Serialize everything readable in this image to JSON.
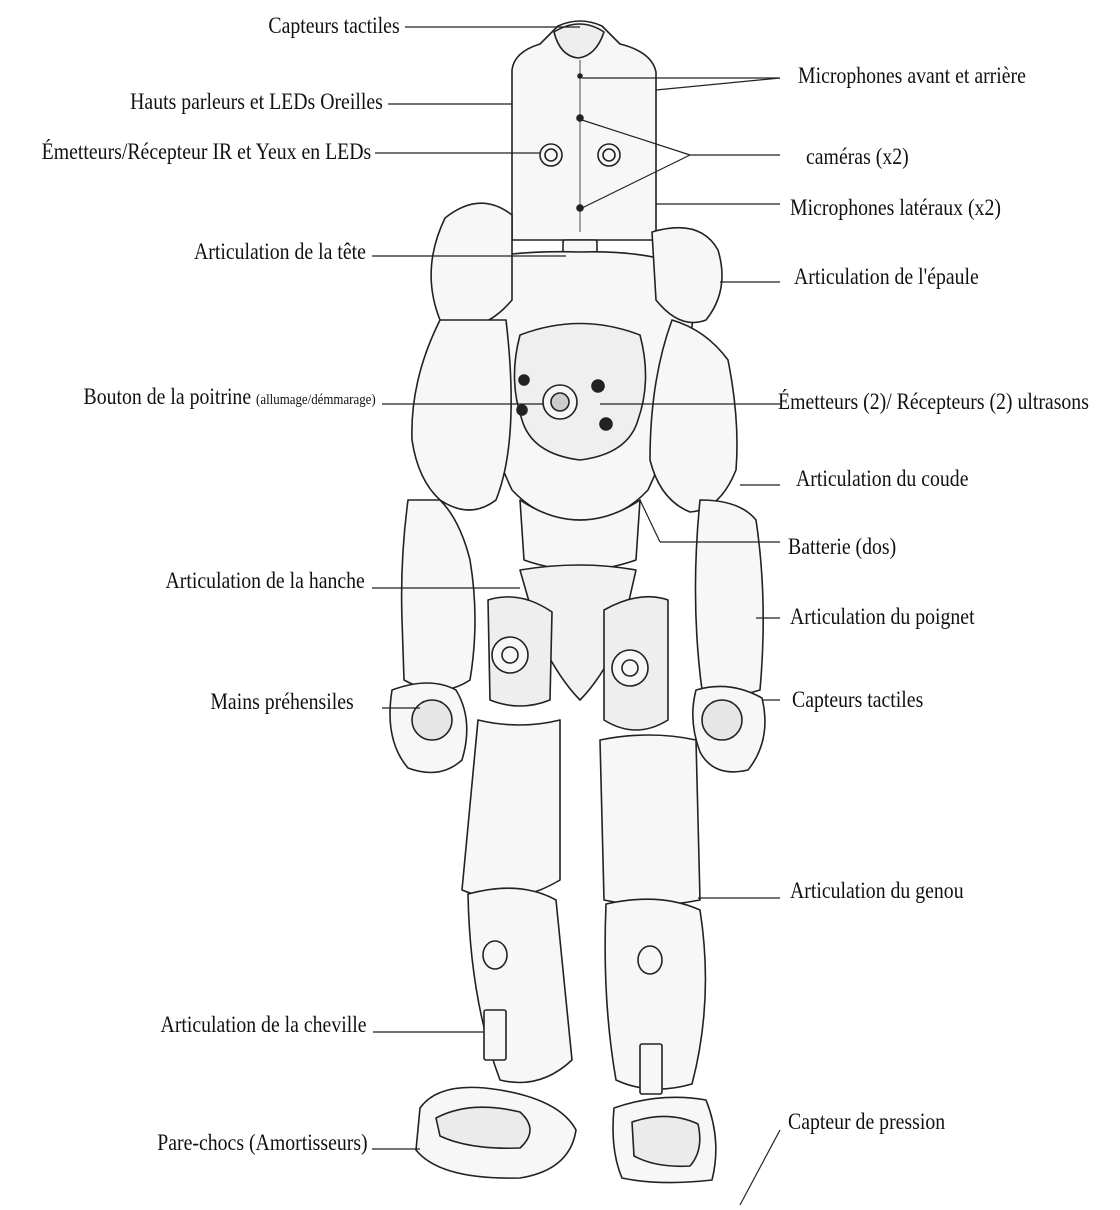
{
  "colors": {
    "line": "#222222",
    "body_fill": "#f7f7f7",
    "text": "#111111"
  },
  "labels_left": [
    {
      "id": "capteurs-tactiles-tete",
      "text": "Capteurs tactiles"
    },
    {
      "id": "hauts-parleurs",
      "text": "Hauts parleurs et LEDs Oreilles"
    },
    {
      "id": "emetteurs-ir",
      "text": "Émetteurs/Récepteur IR et Yeux en LEDs"
    },
    {
      "id": "articulation-tete",
      "text": "Articulation de la tête"
    },
    {
      "id": "bouton-poitrine",
      "text": "Bouton de la poitrine ",
      "small": "(allumage/démmarage)"
    },
    {
      "id": "articulation-hanche",
      "text": "Articulation de la hanche"
    },
    {
      "id": "mains",
      "text": "Mains préhensiles"
    },
    {
      "id": "articulation-cheville",
      "text": "Articulation de la cheville"
    },
    {
      "id": "pare-chocs",
      "text": "Pare-chocs (Amortisseurs)"
    }
  ],
  "labels_right": [
    {
      "id": "microphones-avant-arriere",
      "text": "Microphones avant et arrière"
    },
    {
      "id": "cameras",
      "text": "caméras (x2)"
    },
    {
      "id": "microphones-lateraux",
      "text": "Microphones latéraux (x2)"
    },
    {
      "id": "articulation-epaule",
      "text": "Articulation de l'épaule"
    },
    {
      "id": "ultrasons",
      "text": "Émetteurs (2)/ Récepteurs (2) ultrasons"
    },
    {
      "id": "articulation-coude",
      "text": "Articulation du coude"
    },
    {
      "id": "batterie",
      "text": "Batterie (dos)"
    },
    {
      "id": "articulation-poignet",
      "text": "Articulation du poignet"
    },
    {
      "id": "capteurs-tactiles-main",
      "text": "Capteurs tactiles"
    },
    {
      "id": "articulation-genou",
      "text": "Articulation du genou"
    },
    {
      "id": "capteur-pression",
      "text": "Capteur de pression"
    }
  ]
}
